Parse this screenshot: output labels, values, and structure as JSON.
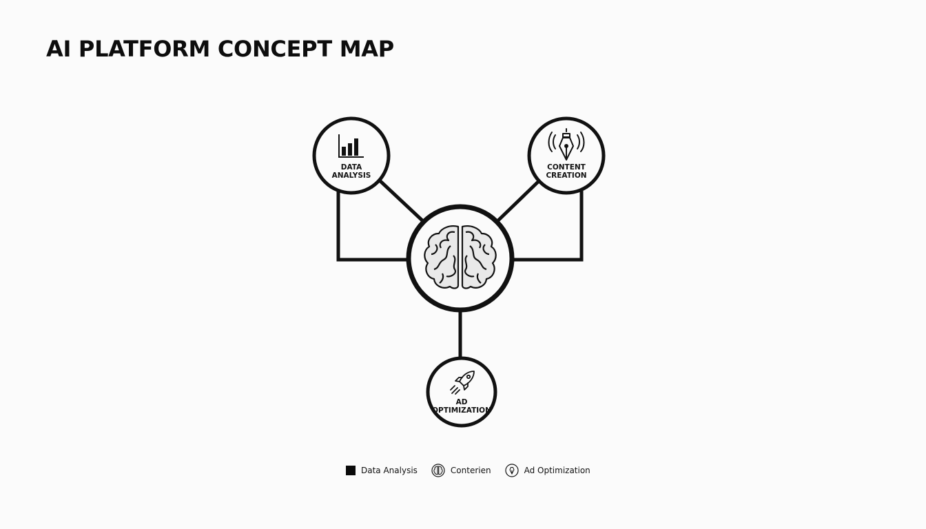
{
  "title": "AI PLATFORM CONCEPT MAP",
  "nodes": {
    "center": {
      "icon": "brain-icon"
    },
    "data_analysis": {
      "label_line1": "DATA",
      "label_line2": "ANALYSIS",
      "icon": "bar-chart-icon"
    },
    "content_creation": {
      "label_line1": "CONTENT",
      "label_line2": "CREATION",
      "icon": "pen-nib-icon"
    },
    "ad_optimization": {
      "label_line1": "AD",
      "label_line2": "OPTIMIZATION",
      "icon": "rocket-icon"
    }
  },
  "legend": [
    {
      "label": "Data Analysis",
      "icon": "square-swatch"
    },
    {
      "label": "Conterien",
      "icon": "brain-icon"
    },
    {
      "label": "Ad Optimization",
      "icon": "pen-nib-icon"
    }
  ],
  "colors": {
    "stroke": "#111111",
    "background": "#fbfbfb",
    "brain_fill": "#e9e9e9"
  }
}
